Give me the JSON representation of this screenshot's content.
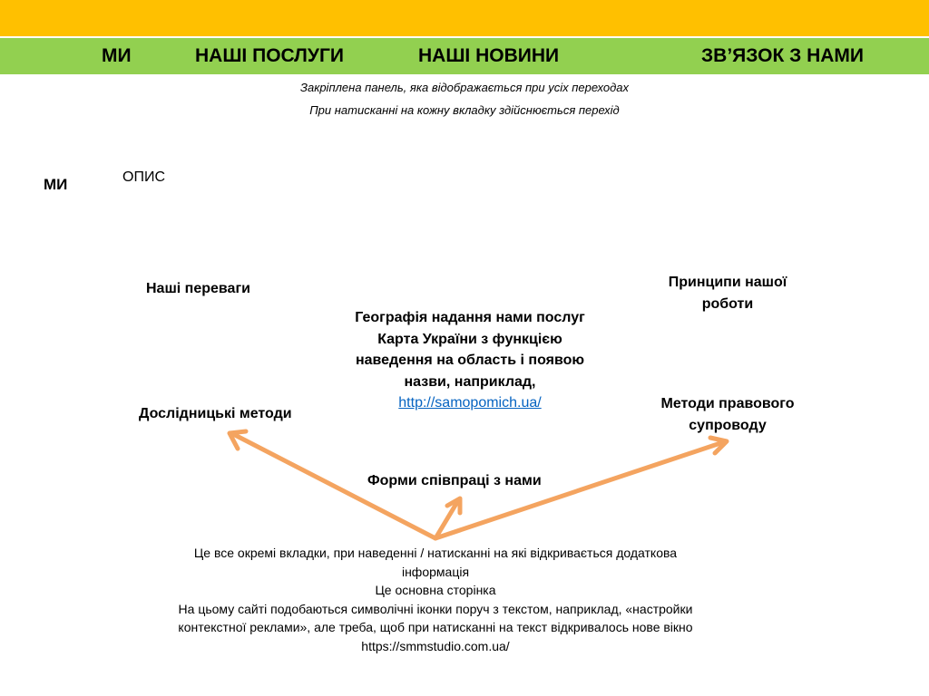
{
  "colors": {
    "top_bar": "#FFC000",
    "nav_bar": "#92D050",
    "arrow": "#F4A460",
    "link": "#0563C1"
  },
  "nav": {
    "items": [
      {
        "label": "МИ"
      },
      {
        "label": "НАШІ ПОСЛУГИ"
      },
      {
        "label": "НАШІ НОВИНИ"
      },
      {
        "label": "ЗВ’ЯЗОК З НАМИ"
      }
    ]
  },
  "notes": {
    "line1": "Закріплена панель, яка відображається при усіх переходах",
    "line2": "При натисканні на кожну вкладку здійснюється перехід"
  },
  "section": {
    "title": "МИ",
    "description": "ОПИС"
  },
  "blocks": {
    "advantages": "Наші переваги",
    "principles": "Принципи нашої роботи",
    "geography_line1": "Географія надання нами послуг",
    "geography_line2": "Карта України з функцією наведення на область і появою назви, наприклад,",
    "geography_link": "http://samopomich.ua/",
    "research": "Дослідницькі методи",
    "legal": "Методи правового супроводу",
    "cooperation": "Форми співпраці з нами"
  },
  "bottom": {
    "line1": "Це все окремі вкладки, при наведенні / натисканні на які відкривається додаткова інформація",
    "line2": "Це основна сторінка",
    "line3": "На цьому сайті подобаються символічні іконки поруч з текстом, наприклад, «настройки контекстної реклами», але треба, щоб при натисканні на текст відкривалось нове вікно",
    "line4": "https://smmstudio.com.ua/"
  }
}
